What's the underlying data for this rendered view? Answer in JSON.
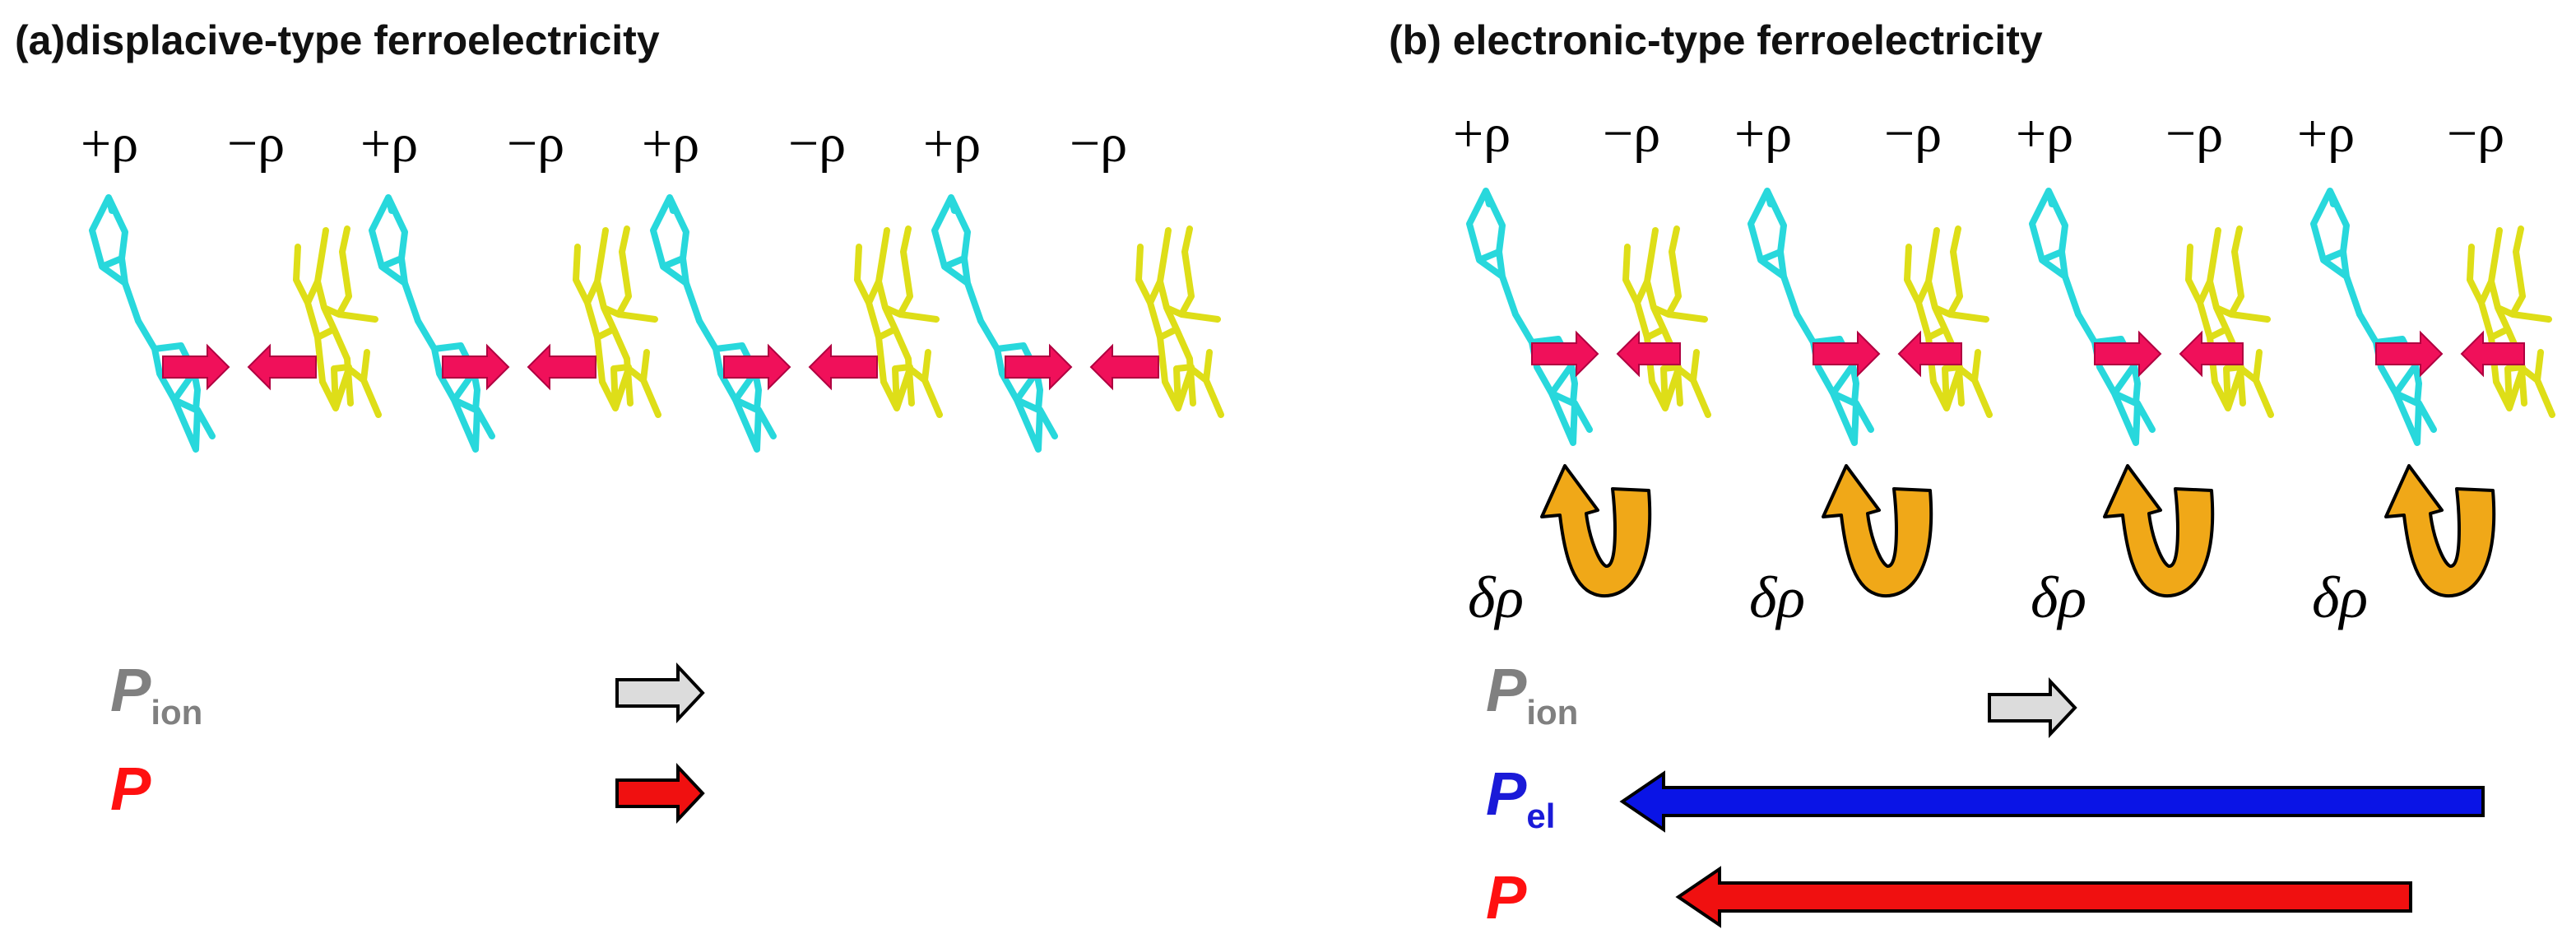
{
  "panel_a": {
    "title": "(a)displacive-type ferroelectricity",
    "charges": [
      "+ρ",
      "−ρ",
      "+ρ",
      "−ρ",
      "+ρ",
      "−ρ",
      "+ρ",
      "−ρ"
    ],
    "p_ion_label": "P",
    "p_ion_sub": "ion",
    "p_label": "P"
  },
  "panel_b": {
    "title": "(b) electronic-type ferroelectricity",
    "charges": [
      "+ρ",
      "−ρ",
      "+ρ",
      "−ρ",
      "+ρ",
      "−ρ",
      "+ρ",
      "−ρ"
    ],
    "delta_labels": [
      "δρ",
      "δρ",
      "δρ",
      "δρ"
    ],
    "p_ion_label": "P",
    "p_ion_sub": "ion",
    "p_el_label": "P",
    "p_el_sub": "el",
    "p_label": "P"
  },
  "colors": {
    "donor_molecule": "#28d8dc",
    "acceptor_molecule": "#dede18",
    "displacement_arrow": "#f0105a",
    "charge_transfer_arrow": "#f0a818",
    "p_ion_arrow": "#dcdcdc",
    "p_el_arrow": "#0a14e6",
    "p_arrow": "#f01010",
    "p_ion_text": "#808080",
    "p_el_text": "#1a1ad8",
    "p_text": "#ff1010"
  }
}
